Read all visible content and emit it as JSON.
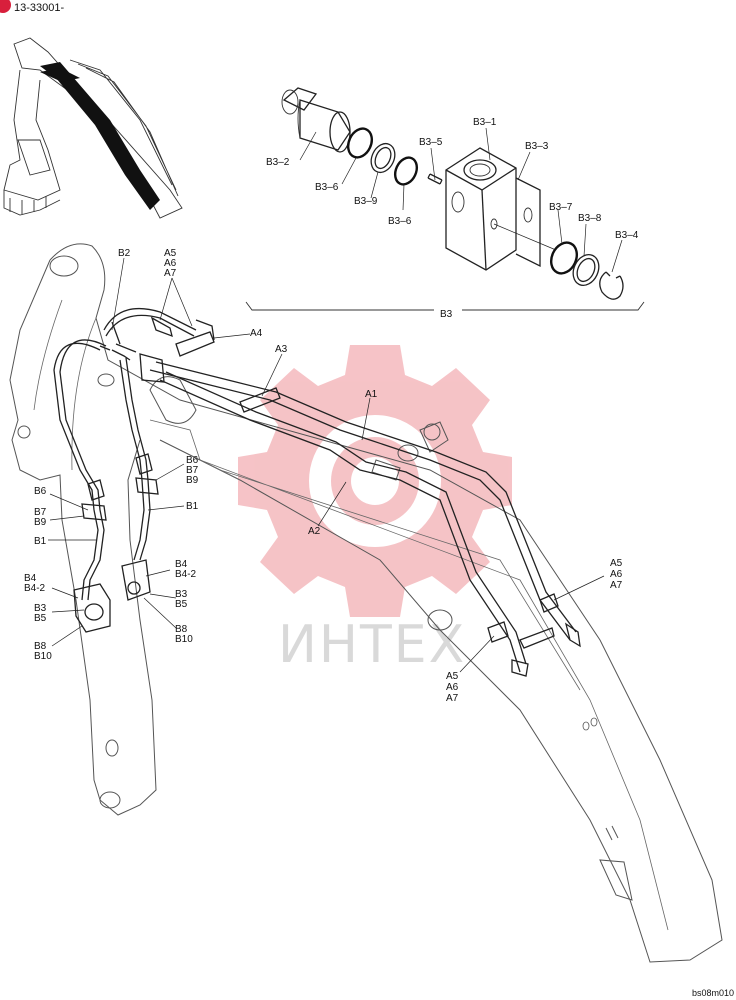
{
  "header": {
    "doc_code": "13-33001-"
  },
  "watermark": {
    "text": "ИНТЕХ"
  },
  "footer": {
    "image_code": "bs08m010"
  },
  "group_label": "B3",
  "labels": {
    "b3_1": "B3–1",
    "b3_2": "B3–2",
    "b3_3": "B3–3",
    "b3_4": "B3–4",
    "b3_5": "B3–5",
    "b3_6a": "B3–6",
    "b3_6b": "B3–6",
    "b3_7": "B3–7",
    "b3_8": "B3–8",
    "b3_9": "B3–9",
    "b2": "B2",
    "a5_top": "A5",
    "a6_top": "A6",
    "a7_top": "A7",
    "a4": "A4",
    "a3": "A3",
    "a1": "A1",
    "a2": "A2",
    "a5_right": "A5",
    "a6_right": "A6",
    "a7_right": "A7",
    "a5_bot": "A5",
    "a6_bot": "A6",
    "a7_bot": "A7",
    "b6_r": "B6",
    "b7_r": "B7",
    "b9_r": "B9",
    "b1_r": "B1",
    "b4_r": "B4",
    "b4_2_r": "B4-2",
    "b3_r": "B3",
    "b5_r": "B5",
    "b8_r": "B8",
    "b10_r": "B10",
    "b6_l": "B6",
    "b7_l": "B7",
    "b9_l": "B9",
    "b1_l": "B1",
    "b4_l": "B4",
    "b4_2_l": "B4-2",
    "b3_l": "B3",
    "b5_l": "B5",
    "b8_l": "B8",
    "b10_l": "B10"
  },
  "colors": {
    "badge": "#d81f3c",
    "watermark_gear": "#f4b9bd",
    "watermark_text": "#d9d9d9"
  },
  "icons": {
    "badge": "red-circle-badge"
  }
}
